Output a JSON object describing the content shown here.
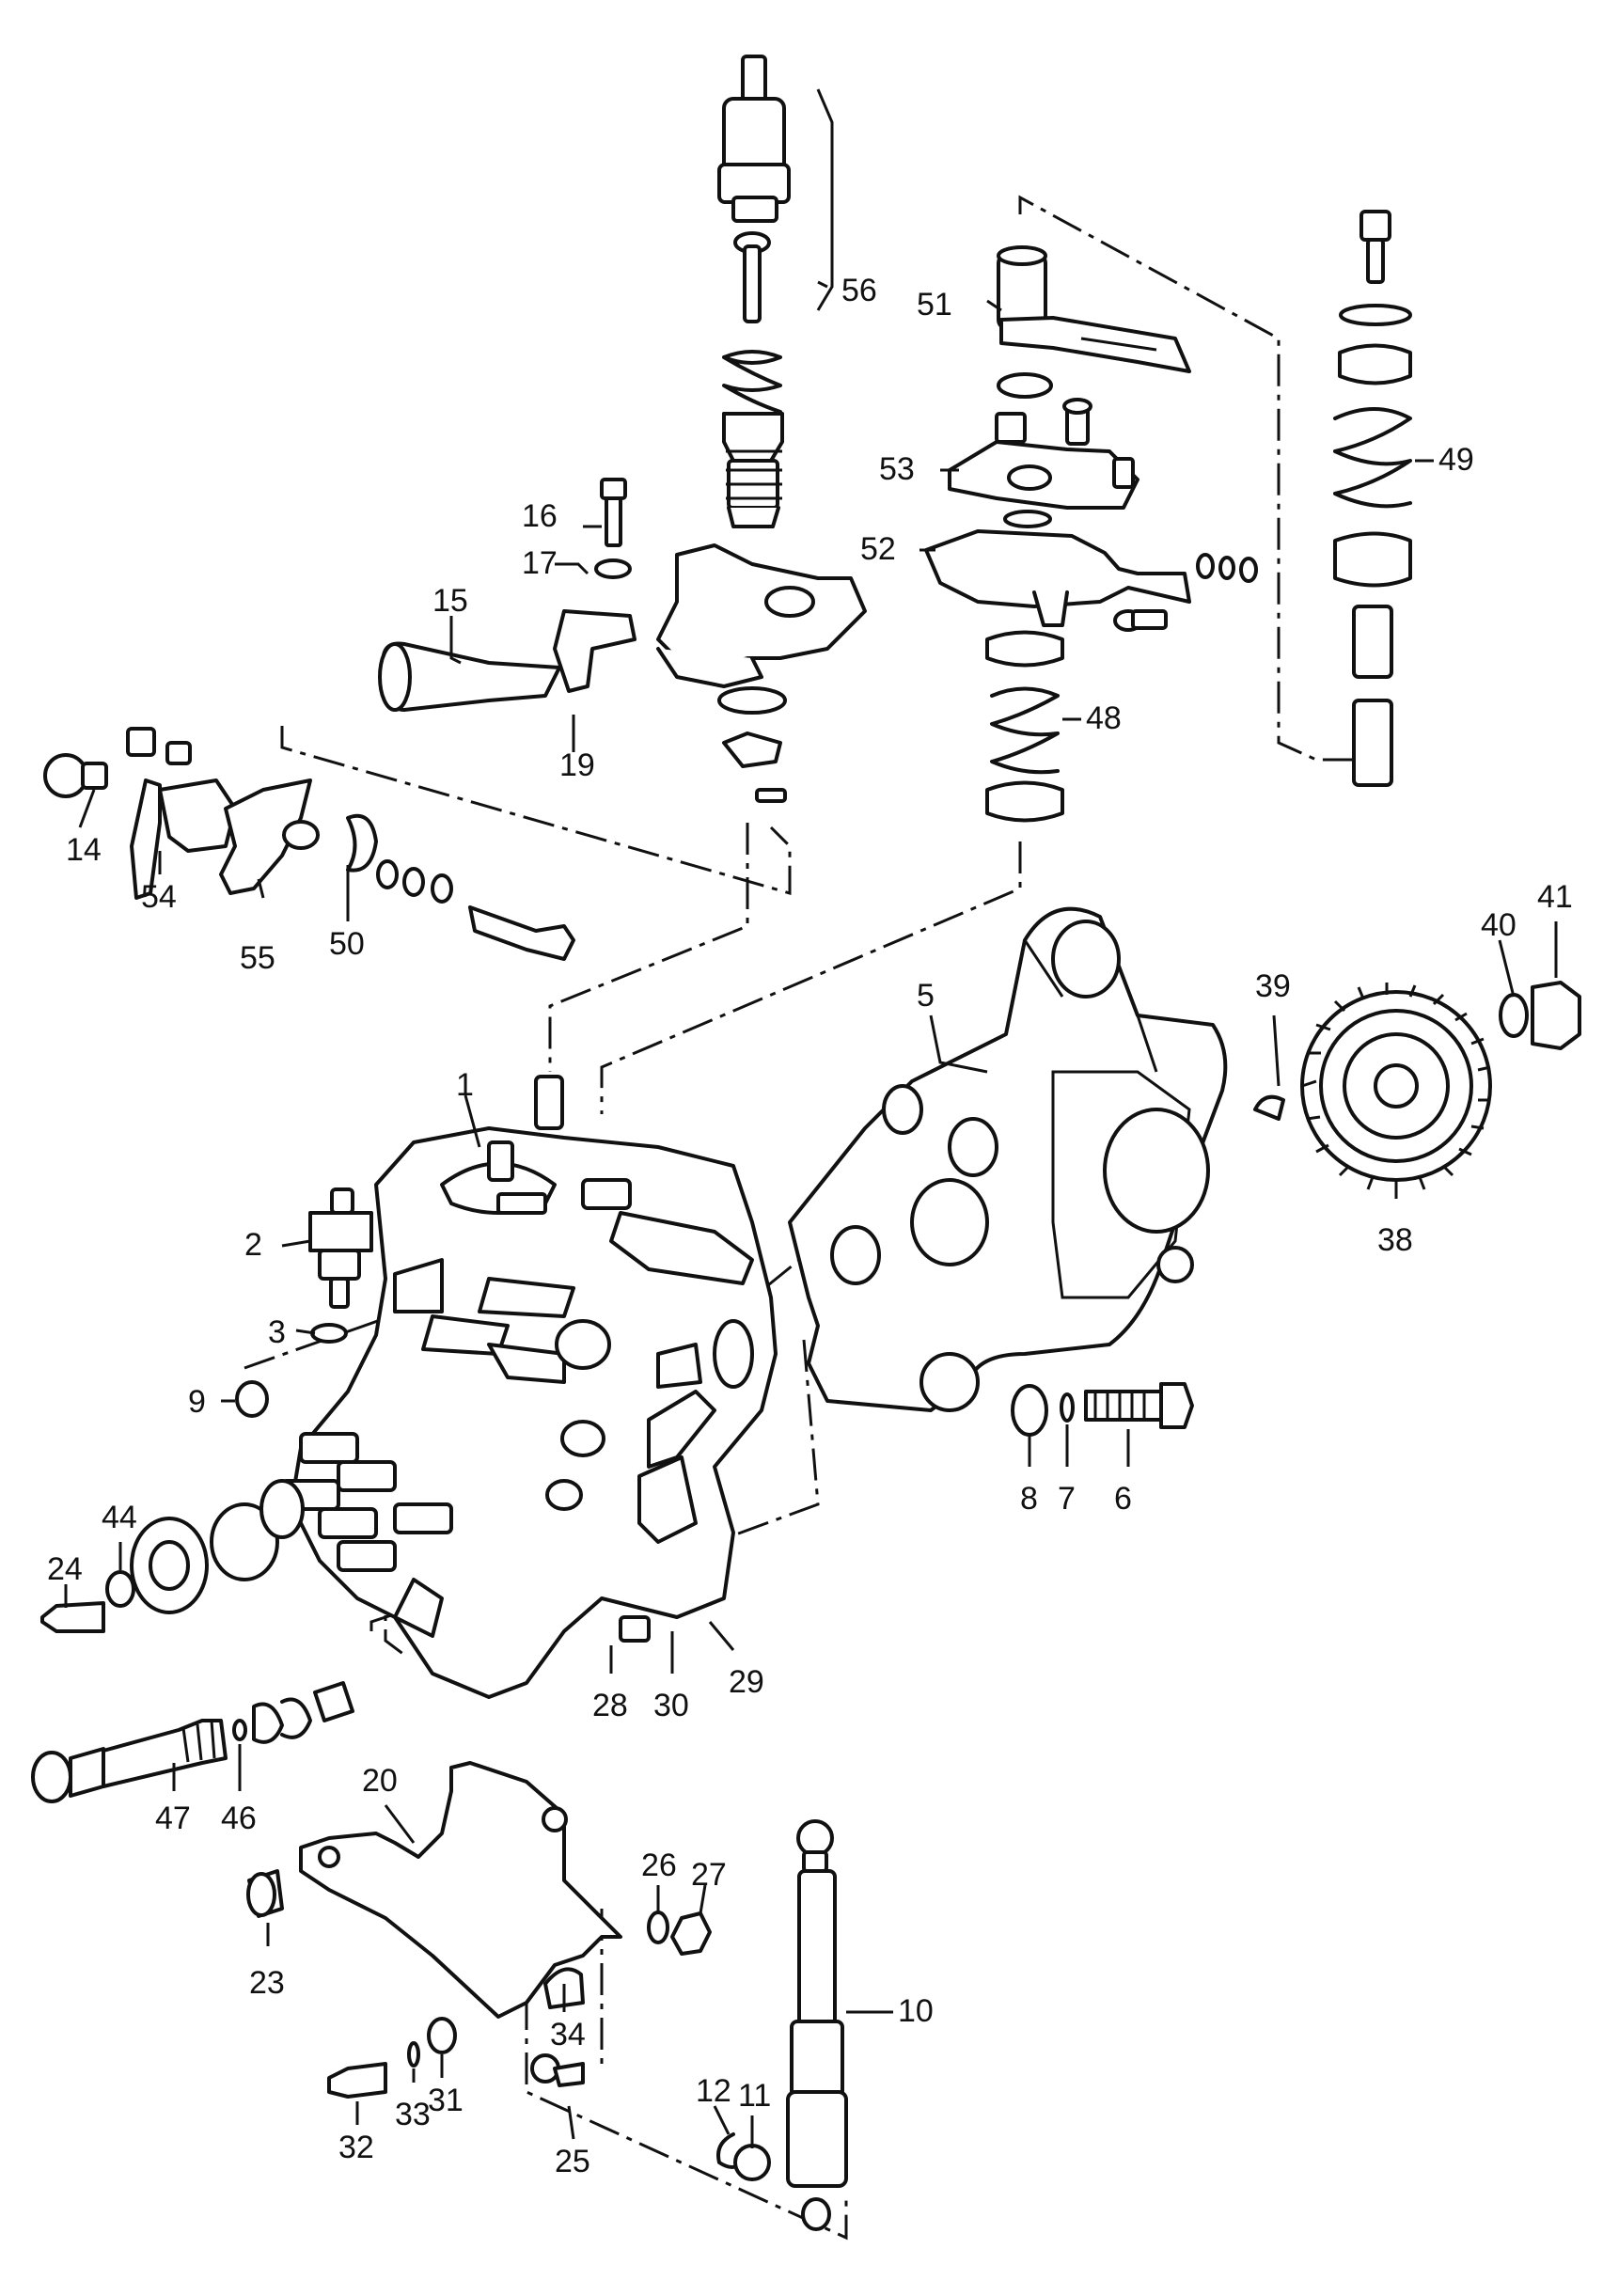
{
  "diagram": {
    "callouts": [
      "1",
      "2",
      "3",
      "5",
      "6",
      "7",
      "8",
      "9",
      "10",
      "11",
      "12",
      "14",
      "15",
      "16",
      "17",
      "19",
      "20",
      "23",
      "24",
      "25",
      "26",
      "27",
      "28",
      "29",
      "30",
      "31",
      "32",
      "33",
      "34",
      "38",
      "39",
      "40",
      "41",
      "44",
      "46",
      "47",
      "48",
      "49",
      "50",
      "51",
      "52",
      "53",
      "54",
      "55",
      "56"
    ]
  }
}
